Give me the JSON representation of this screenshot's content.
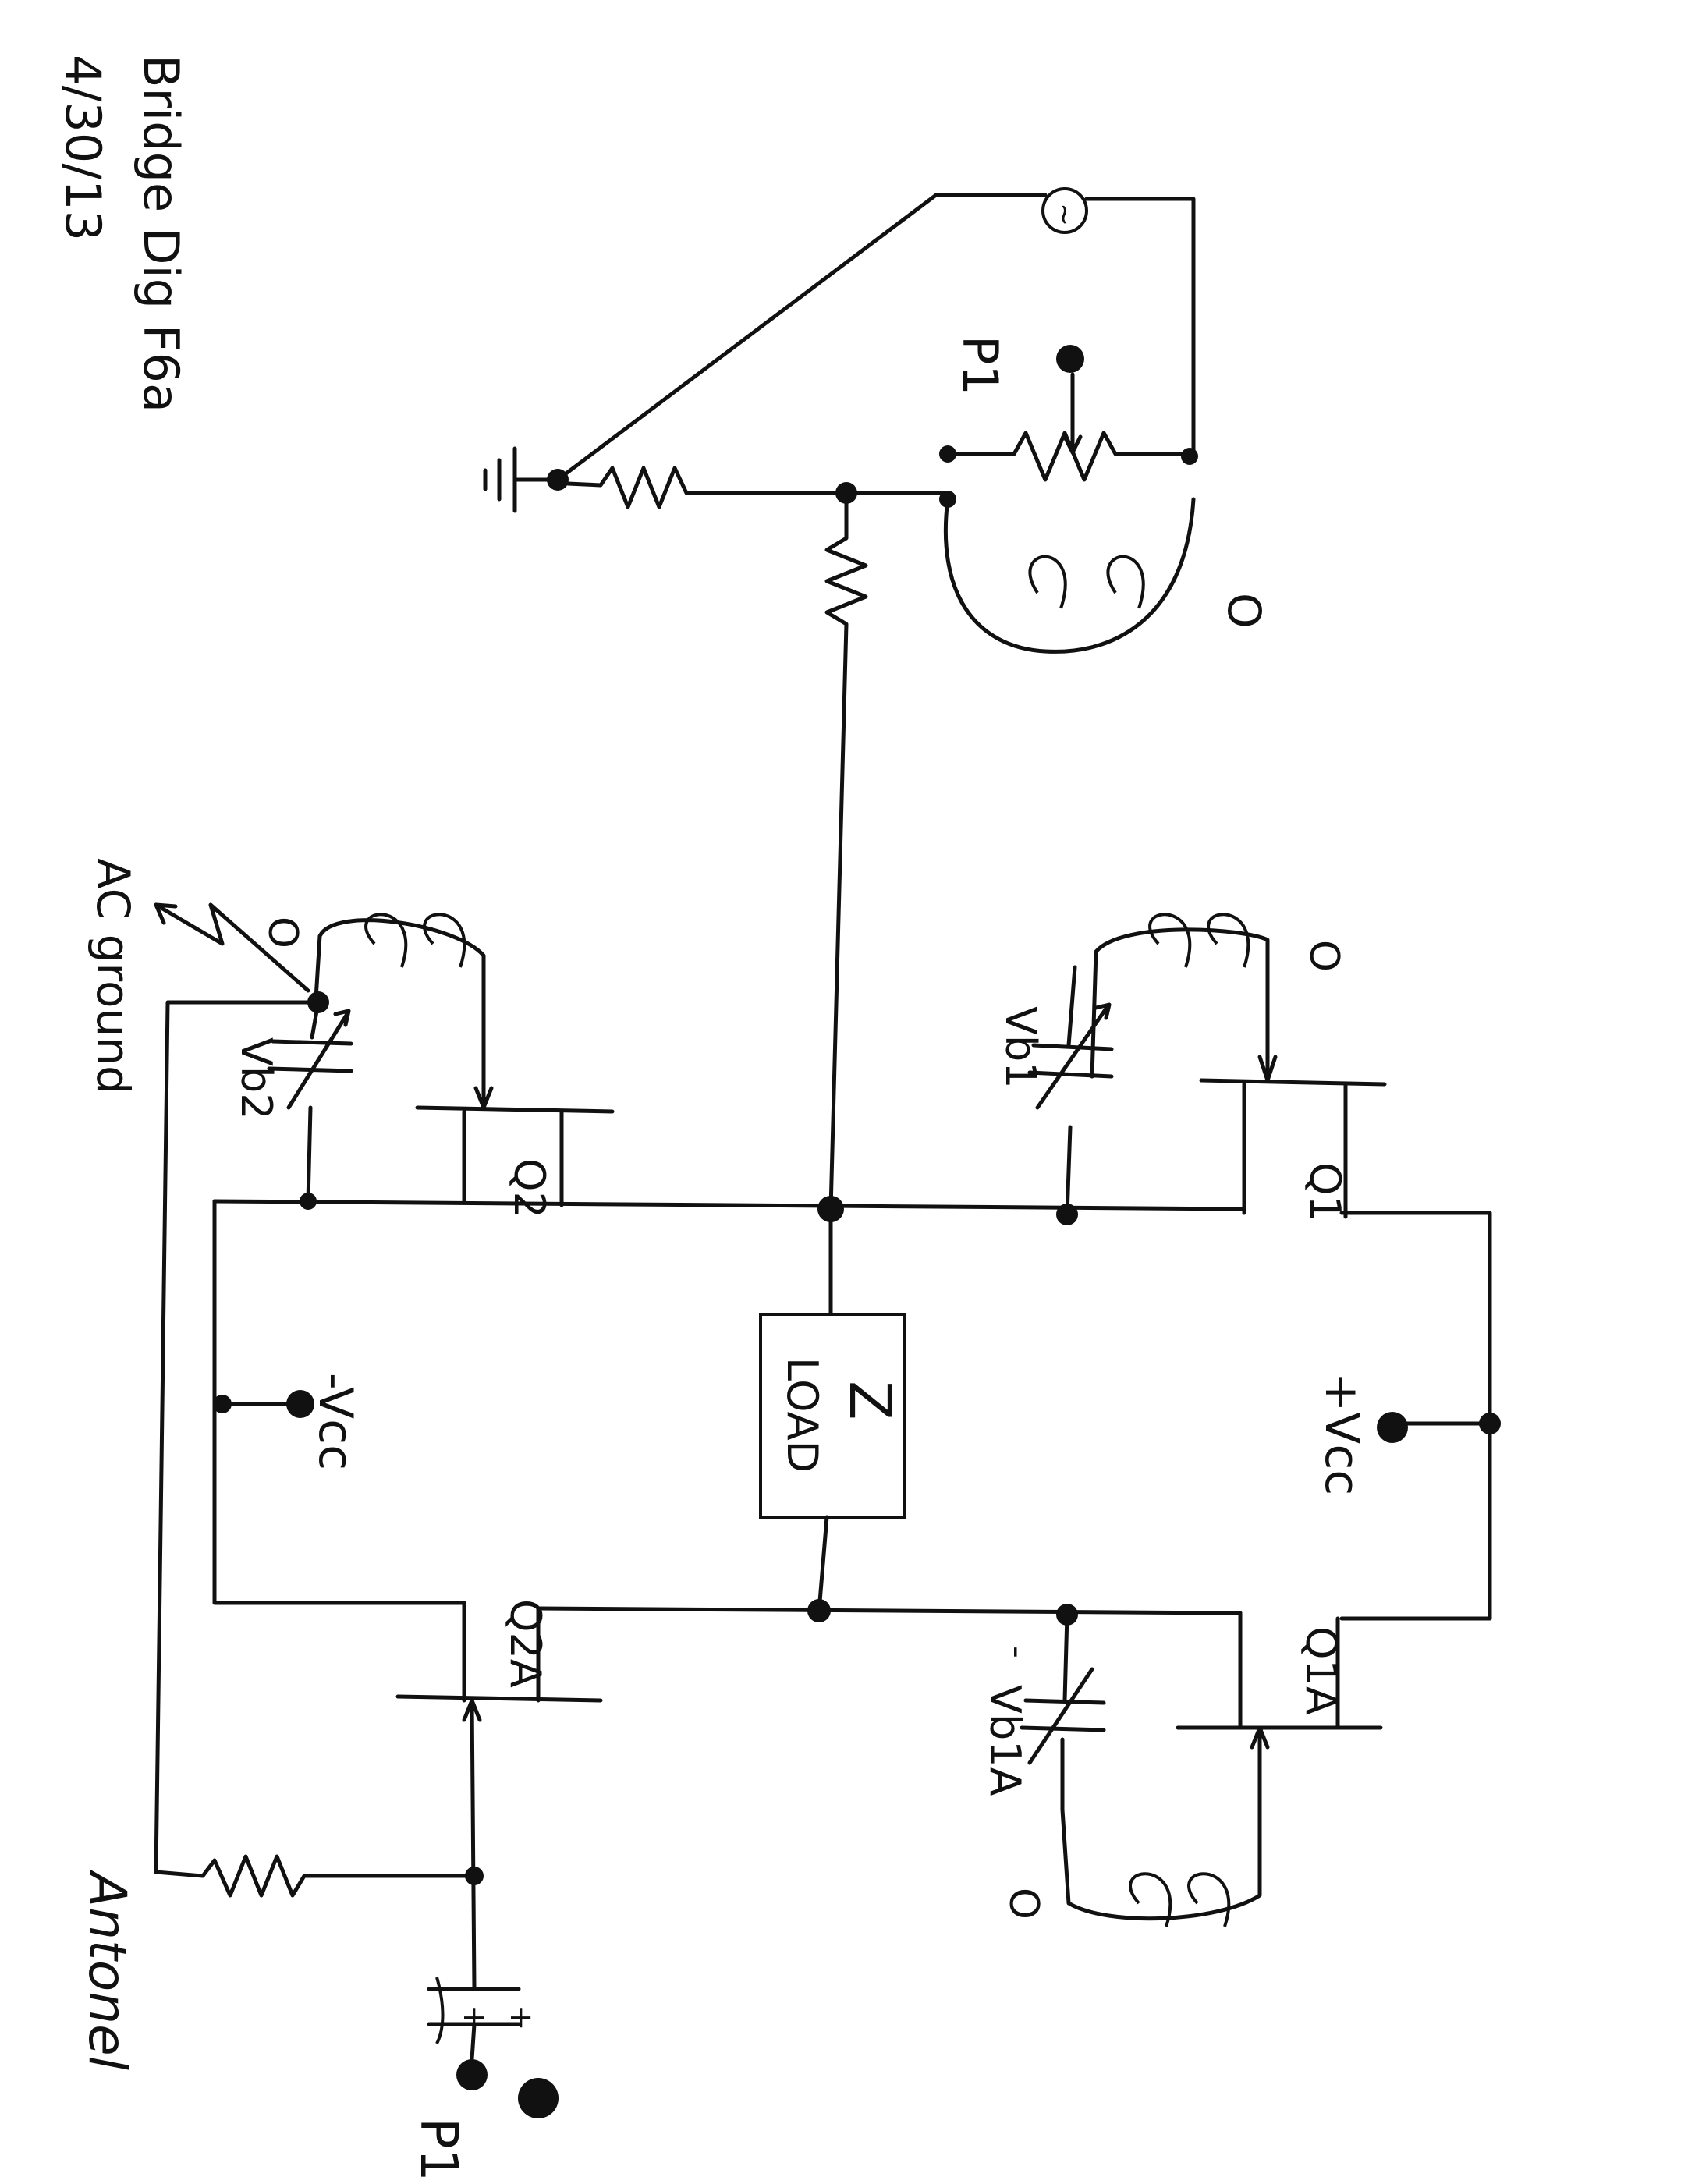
{
  "header": {
    "title": "Bridge Dig F6a",
    "date": "4/30/13",
    "signature": "Antonel"
  },
  "components": {
    "q1": "Q1",
    "q2": "Q2",
    "q1a": "Q1A",
    "q2a": "Q2A",
    "vb1": "Vb1",
    "vb2": "Vb2",
    "vb1a": "Vb1A",
    "load_z": "Z",
    "load_word": "LOAD",
    "source_symbol": "~",
    "p1_top": "P1",
    "p1_bottom": "P1",
    "plus_vcc": "+Vcc",
    "minus_vcc": "-Vcc",
    "ac_ground": "AC ground",
    "minus_sign": "-",
    "cap_plus_left": "+",
    "cap_plus_right": "+",
    "coil_dot": "O"
  },
  "colors": {
    "ink": "#111111",
    "paper": "#ffffff"
  }
}
